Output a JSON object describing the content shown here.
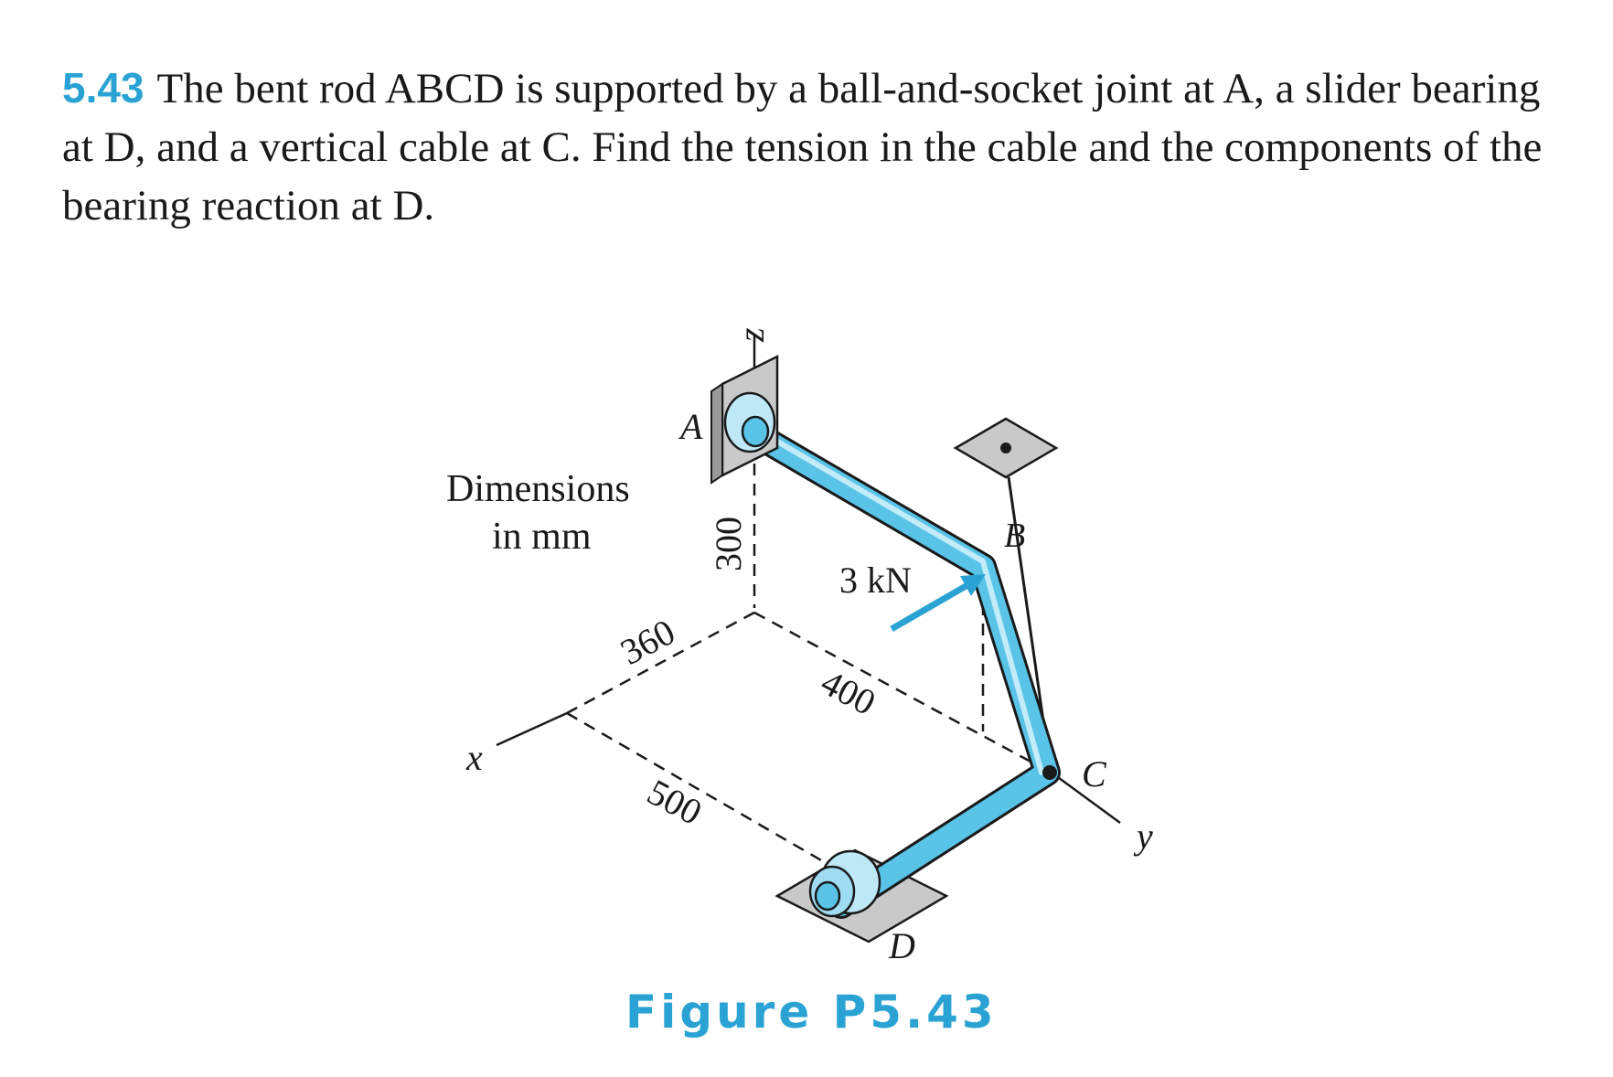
{
  "problem": {
    "number": "5.43",
    "text": "The bent rod ABCD is supported by a ball-and-socket joint at A, a slider bearing at D, and a vertical cable at C. Find the tension in the cable and the components of the bearing reaction at D."
  },
  "figure": {
    "note_line1": "Dimensions",
    "note_line2": "in mm",
    "axis_x": "x",
    "axis_y": "y",
    "axis_z": "z",
    "point_a": "A",
    "point_b": "B",
    "point_c": "C",
    "point_d": "D",
    "force_label": "3 kN",
    "dim_300": "300",
    "dim_360": "360",
    "dim_400": "400",
    "dim_500": "500",
    "caption": "Figure P5.43"
  },
  "colors": {
    "accent": "#2aa3d4",
    "rod": "#59c3e8",
    "support_gray": "#c9c9c9"
  }
}
